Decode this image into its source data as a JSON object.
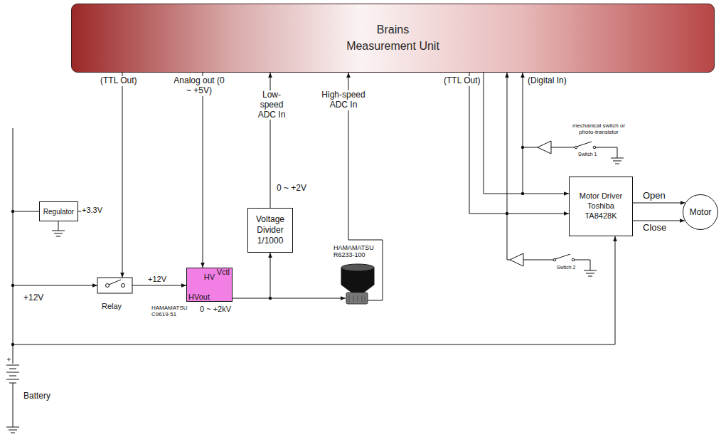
{
  "diagram": {
    "nodes": [
      {
        "text": [
          "Brains Measurement Unit"
        ]
      },
      {
        "text": [
          "Regulator"
        ]
      },
      {
        "text": [
          "HV",
          "Vctl",
          "HVout"
        ]
      },
      {
        "text": [
          "Voltage Divider 1/1000"
        ]
      },
      {
        "text": [
          "Motor Driver Toshiba TA8428K"
        ]
      },
      {
        "text": [
          "Motor"
        ]
      }
    ],
    "edges": [
      {
        "from": 0,
        "to": 2,
        "arrow": "to"
      },
      {
        "from": 3,
        "to": 0,
        "arrow": "to"
      },
      {
        "from": 2,
        "to": 3,
        "arrow": "to"
      },
      {
        "from": 0,
        "to": 4,
        "arrow": "to"
      },
      {
        "from": 0,
        "to": 4,
        "arrow": "to"
      },
      {
        "from": 4,
        "to": 5,
        "label": "Open",
        "arrow": "to"
      },
      {
        "from": 4,
        "to": 5,
        "label": "Close",
        "arrow": "to"
      }
    ],
    "labels": [
      "(TTL Out)",
      "Analog out (0 ~ +5V)",
      "Low-speed ADC In",
      "High-speed ADC In",
      "(TTL Out)",
      "(Digital In)",
      "+3.3V",
      "+12V",
      "Relay",
      "0 ~ +2V",
      "HAMAMATSU R6233-100",
      "HAMAMATSU C9619-51",
      "0 ~ +2kV",
      "+12V",
      "Battery",
      "mechanical switch or photo-transistor",
      "Switch 1",
      "Switch 2"
    ]
  }
}
